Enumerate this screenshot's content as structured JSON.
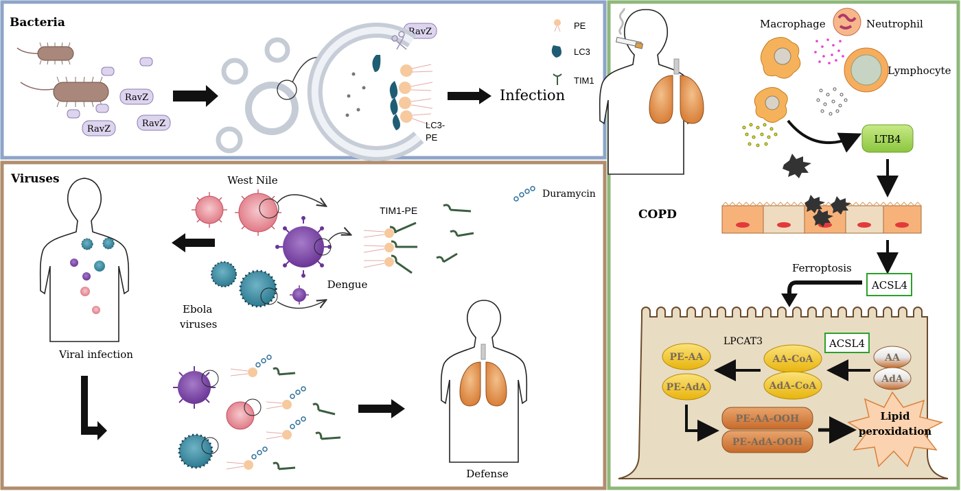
{
  "panels": {
    "bacteria": {
      "title": "Bacteria",
      "ravz": [
        "RavZ",
        "RavZ",
        "RavZ",
        "RavZ"
      ],
      "infection": "Infection",
      "lc3pe_line1": "LC3-",
      "lc3pe_line2": "PE",
      "legend": [
        {
          "label": "PE",
          "icon": "pe-lipid-icon"
        },
        {
          "label": "LC3",
          "icon": "lc3-protein-icon"
        },
        {
          "label": "TIM1",
          "icon": "tim1-receptor-icon"
        }
      ],
      "border_color": "#8ea4c8"
    },
    "viruses": {
      "title": "Viruses",
      "west_nile": "West Nile",
      "dengue": "Dengue",
      "ebola_line1": "Ebola",
      "ebola_line2": "viruses",
      "tim1pe": "TIM1-PE",
      "duramycin": "Duramycin",
      "viral_infection": "Viral infection",
      "defense": "Defense",
      "border_color": "#b08d6d"
    },
    "copd": {
      "title": "COPD",
      "macrophage": "Macrophage",
      "neutrophil": "Neutrophil",
      "lymphocyte": "Lymphocyte",
      "ltb4": "LTB4",
      "ferroptosis": "Ferroptosis",
      "acsl4_top": "ACSL4",
      "acsl4_cell": "ACSL4",
      "lpcat3": "LPCAT3",
      "pe_aa": "PE-AA",
      "pe_ada": "PE-AdA",
      "aa_coa": "AA-CoA",
      "ada_coa": "AdA-CoA",
      "aa": "AA",
      "ada": "AdA",
      "pe_aa_ooh": "PE-AA-OOH",
      "pe_ada_ooh": "PE-AdA-OOH",
      "lipid_line1": "Lipid",
      "lipid_line2": "peroxidation",
      "border_color": "#8fb87a"
    }
  }
}
